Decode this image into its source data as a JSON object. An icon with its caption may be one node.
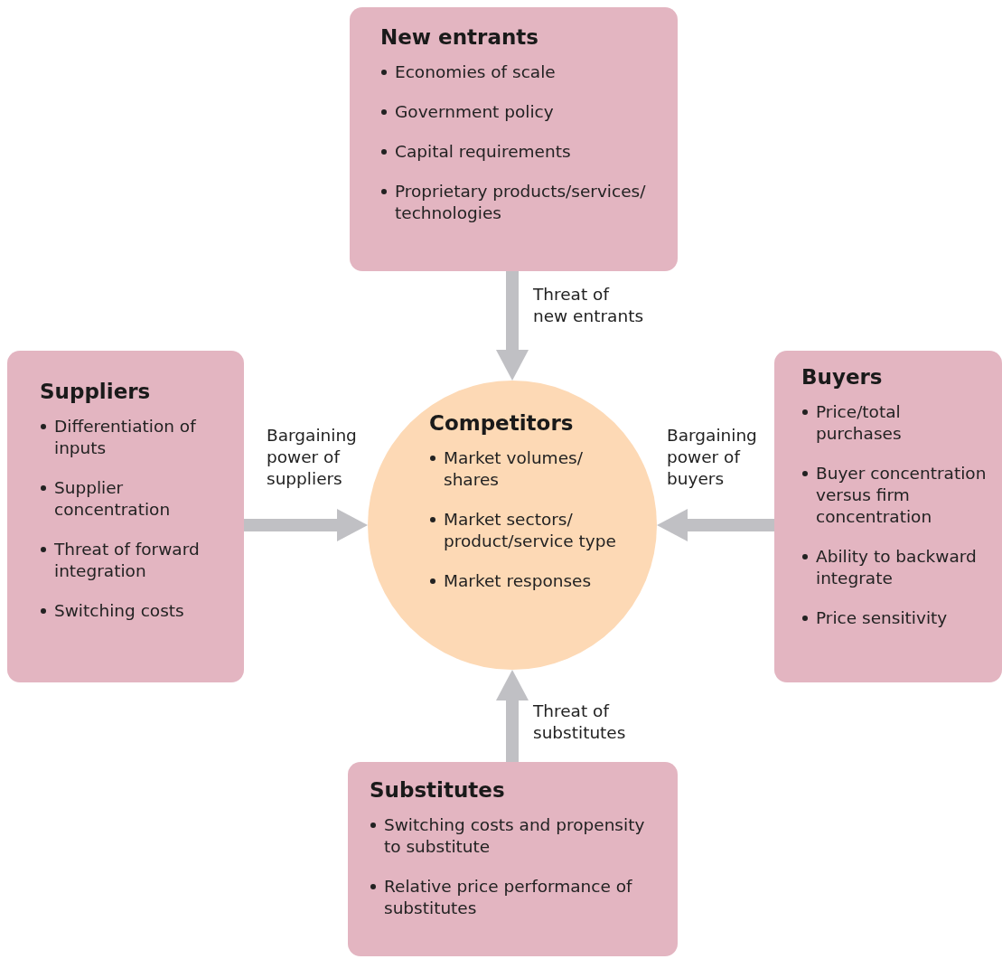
{
  "diagram": {
    "nodes": [
      {
        "text": [
          "New entrants",
          "Economies of scale",
          "Government policy",
          "Capital requirements",
          "Proprietary products/services/ technologies"
        ]
      },
      {
        "text": [
          "Suppliers",
          "Differentiation of inputs",
          "Supplier concentration",
          "Threat of forward integration",
          "Switching costs"
        ]
      },
      {
        "text": [
          "Competitors",
          "Market volumes/ shares",
          "Market sectors/ product/service type",
          "Market responses"
        ]
      },
      {
        "text": [
          "Buyers",
          "Price/total purchases",
          "Buyer concentration versus firm concentration",
          "Ability to backward integrate",
          "Price sensitivity"
        ]
      },
      {
        "text": [
          "Substitutes",
          "Switching costs and propensity to substitute",
          "Relative price performance of substitutes"
        ]
      }
    ],
    "edges": [
      {
        "from": 0,
        "to": 2,
        "arrow": "to",
        "label": "Threat of new entrants"
      },
      {
        "from": 1,
        "to": 2,
        "arrow": "to",
        "label": "Bargaining power of suppliers"
      },
      {
        "from": 3,
        "to": 2,
        "arrow": "to",
        "label": "Bargaining power of buyers"
      },
      {
        "from": 4,
        "to": 2,
        "arrow": "to",
        "label": "Threat of substitutes"
      }
    ]
  }
}
